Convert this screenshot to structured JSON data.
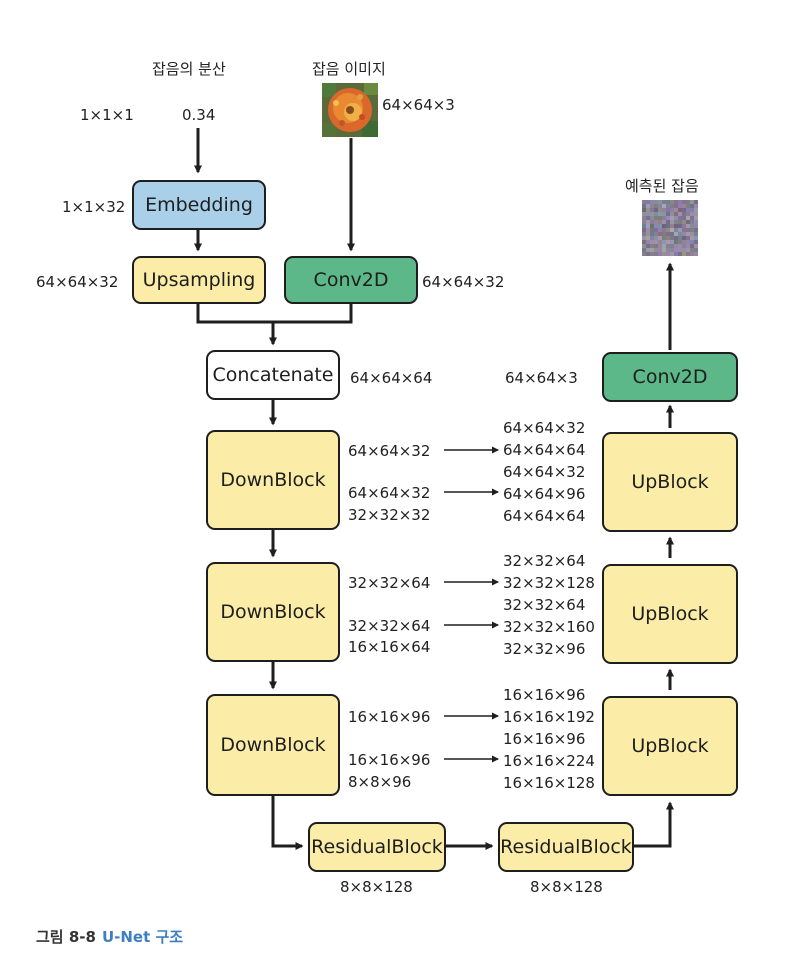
{
  "labels": {
    "noise_variance_title": "잡음의 분산",
    "noise_image_title": "잡음 이미지",
    "predicted_noise_title": "예측된 잡음",
    "variance_shape": "1×1×1",
    "variance_value": "0.34",
    "image_shape": "64×64×3",
    "embedding_shape": "1×1×32",
    "upsampling_shape": "64×64×32",
    "conv2d_in_shape": "64×64×32",
    "concat_shape": "64×64×64",
    "conv2d_out_shape": "64×64×3",
    "down1_skip_a": "64×64×32",
    "down1_skip_b": "64×64×32",
    "down1_out": "32×32×32",
    "down2_skip_a": "32×32×64",
    "down2_skip_b": "32×32×64",
    "down2_out": "16×16×64",
    "down3_skip_a": "16×16×96",
    "down3_skip_b": "16×16×96",
    "down3_out": "8×8×96",
    "up3_lines": [
      "64×64×32",
      "64×64×64",
      "64×64×32",
      "64×64×96",
      "64×64×64"
    ],
    "up2_lines": [
      "32×32×64",
      "32×32×128",
      "32×32×64",
      "32×32×160",
      "32×32×96"
    ],
    "up1_lines": [
      "16×16×96",
      "16×16×192",
      "16×16×96",
      "16×16×224",
      "16×16×128"
    ],
    "res1_shape": "8×8×128",
    "res2_shape": "8×8×128"
  },
  "nodes": {
    "embedding": "Embedding",
    "upsampling": "Upsampling",
    "conv2d_in": "Conv2D",
    "concatenate": "Concatenate",
    "down1": "DownBlock",
    "down2": "DownBlock",
    "down3": "DownBlock",
    "res1": "ResidualBlock",
    "res2": "ResidualBlock",
    "up1": "UpBlock",
    "up2": "UpBlock",
    "up3": "UpBlock",
    "conv2d_out": "Conv2D"
  },
  "caption": {
    "number": "그림 8-8",
    "text": "U-Net 구조"
  },
  "colors": {
    "block_yellow": "#fbeca8",
    "embedding_blue": "#a9cfe9",
    "conv_green": "#5cb888",
    "caption_blue": "#3f7fbf"
  }
}
